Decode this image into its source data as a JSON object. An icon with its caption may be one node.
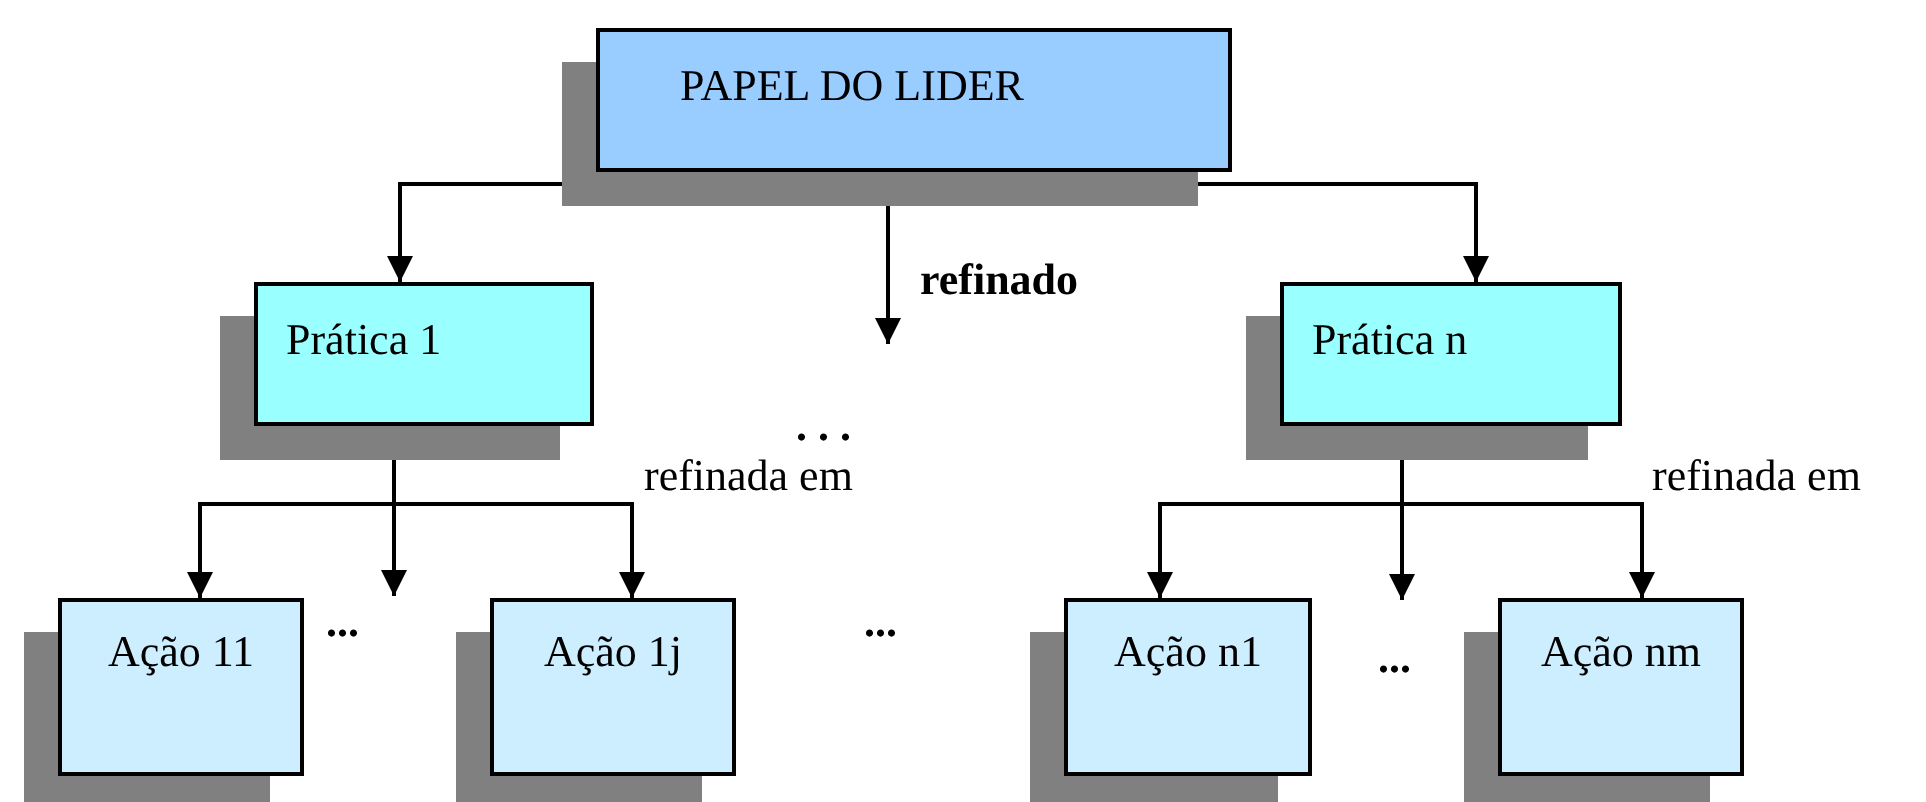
{
  "diagram": {
    "nodes": [
      {
        "text": [
          "PAPEL DO LIDER"
        ]
      },
      {
        "text": [
          "Prática 1"
        ]
      },
      {
        "text": [
          "Prática n"
        ]
      },
      {
        "text": [
          "Ação 11"
        ]
      },
      {
        "text": [
          "Ação 1j"
        ]
      },
      {
        "text": [
          "Ação n1"
        ]
      },
      {
        "text": [
          "Ação nm"
        ]
      }
    ],
    "edges": [
      {
        "from": 0,
        "to": 1,
        "arrow": "to"
      },
      {
        "from": 0,
        "to": null,
        "arrow": "to",
        "label": "refinado"
      },
      {
        "from": 0,
        "to": 2,
        "arrow": "to"
      },
      {
        "from": 1,
        "to": 3,
        "arrow": "to"
      },
      {
        "from": 1,
        "to": null,
        "arrow": "to"
      },
      {
        "from": 1,
        "to": 4,
        "arrow": "to",
        "label": "refinada em"
      },
      {
        "from": 2,
        "to": 5,
        "arrow": "to"
      },
      {
        "from": 2,
        "to": null,
        "arrow": "to"
      },
      {
        "from": 2,
        "to": 6,
        "arrow": "to",
        "label": "refinada em"
      }
    ],
    "labels": [
      ". . .",
      "...",
      "...",
      "..."
    ]
  }
}
